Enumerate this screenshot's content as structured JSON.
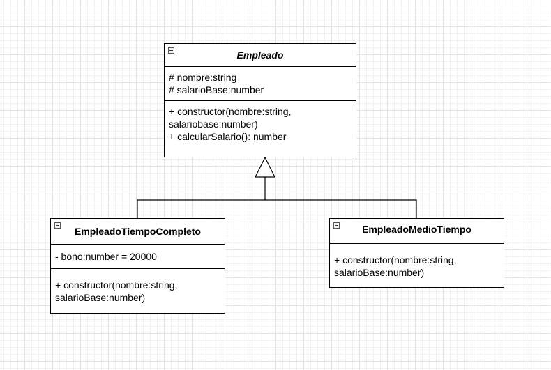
{
  "classes": {
    "empleado": {
      "name": "Empleado",
      "attributes": [
        "# nombre:string",
        "# salarioBase:number"
      ],
      "methods": [
        "+ constructor(nombre:string,",
        "salariobase:number)",
        "+ calcularSalario(): number"
      ]
    },
    "tiempo_completo": {
      "name": "EmpleadoTiempoCompleto",
      "attributes": [
        "- bono:number = 20000"
      ],
      "methods": [
        "+ constructor(nombre:string,",
        "salarioBase:number)"
      ]
    },
    "medio_tiempo": {
      "name": "EmpleadoMedioTiempo",
      "attributes": [],
      "methods": [
        "+ constructor(nombre:string,",
        "salarioBase:number)"
      ]
    }
  },
  "relations": [
    {
      "type": "inheritance",
      "from": "EmpleadoTiempoCompleto",
      "to": "Empleado"
    },
    {
      "type": "inheritance",
      "from": "EmpleadoMedioTiempo",
      "to": "Empleado"
    }
  ]
}
